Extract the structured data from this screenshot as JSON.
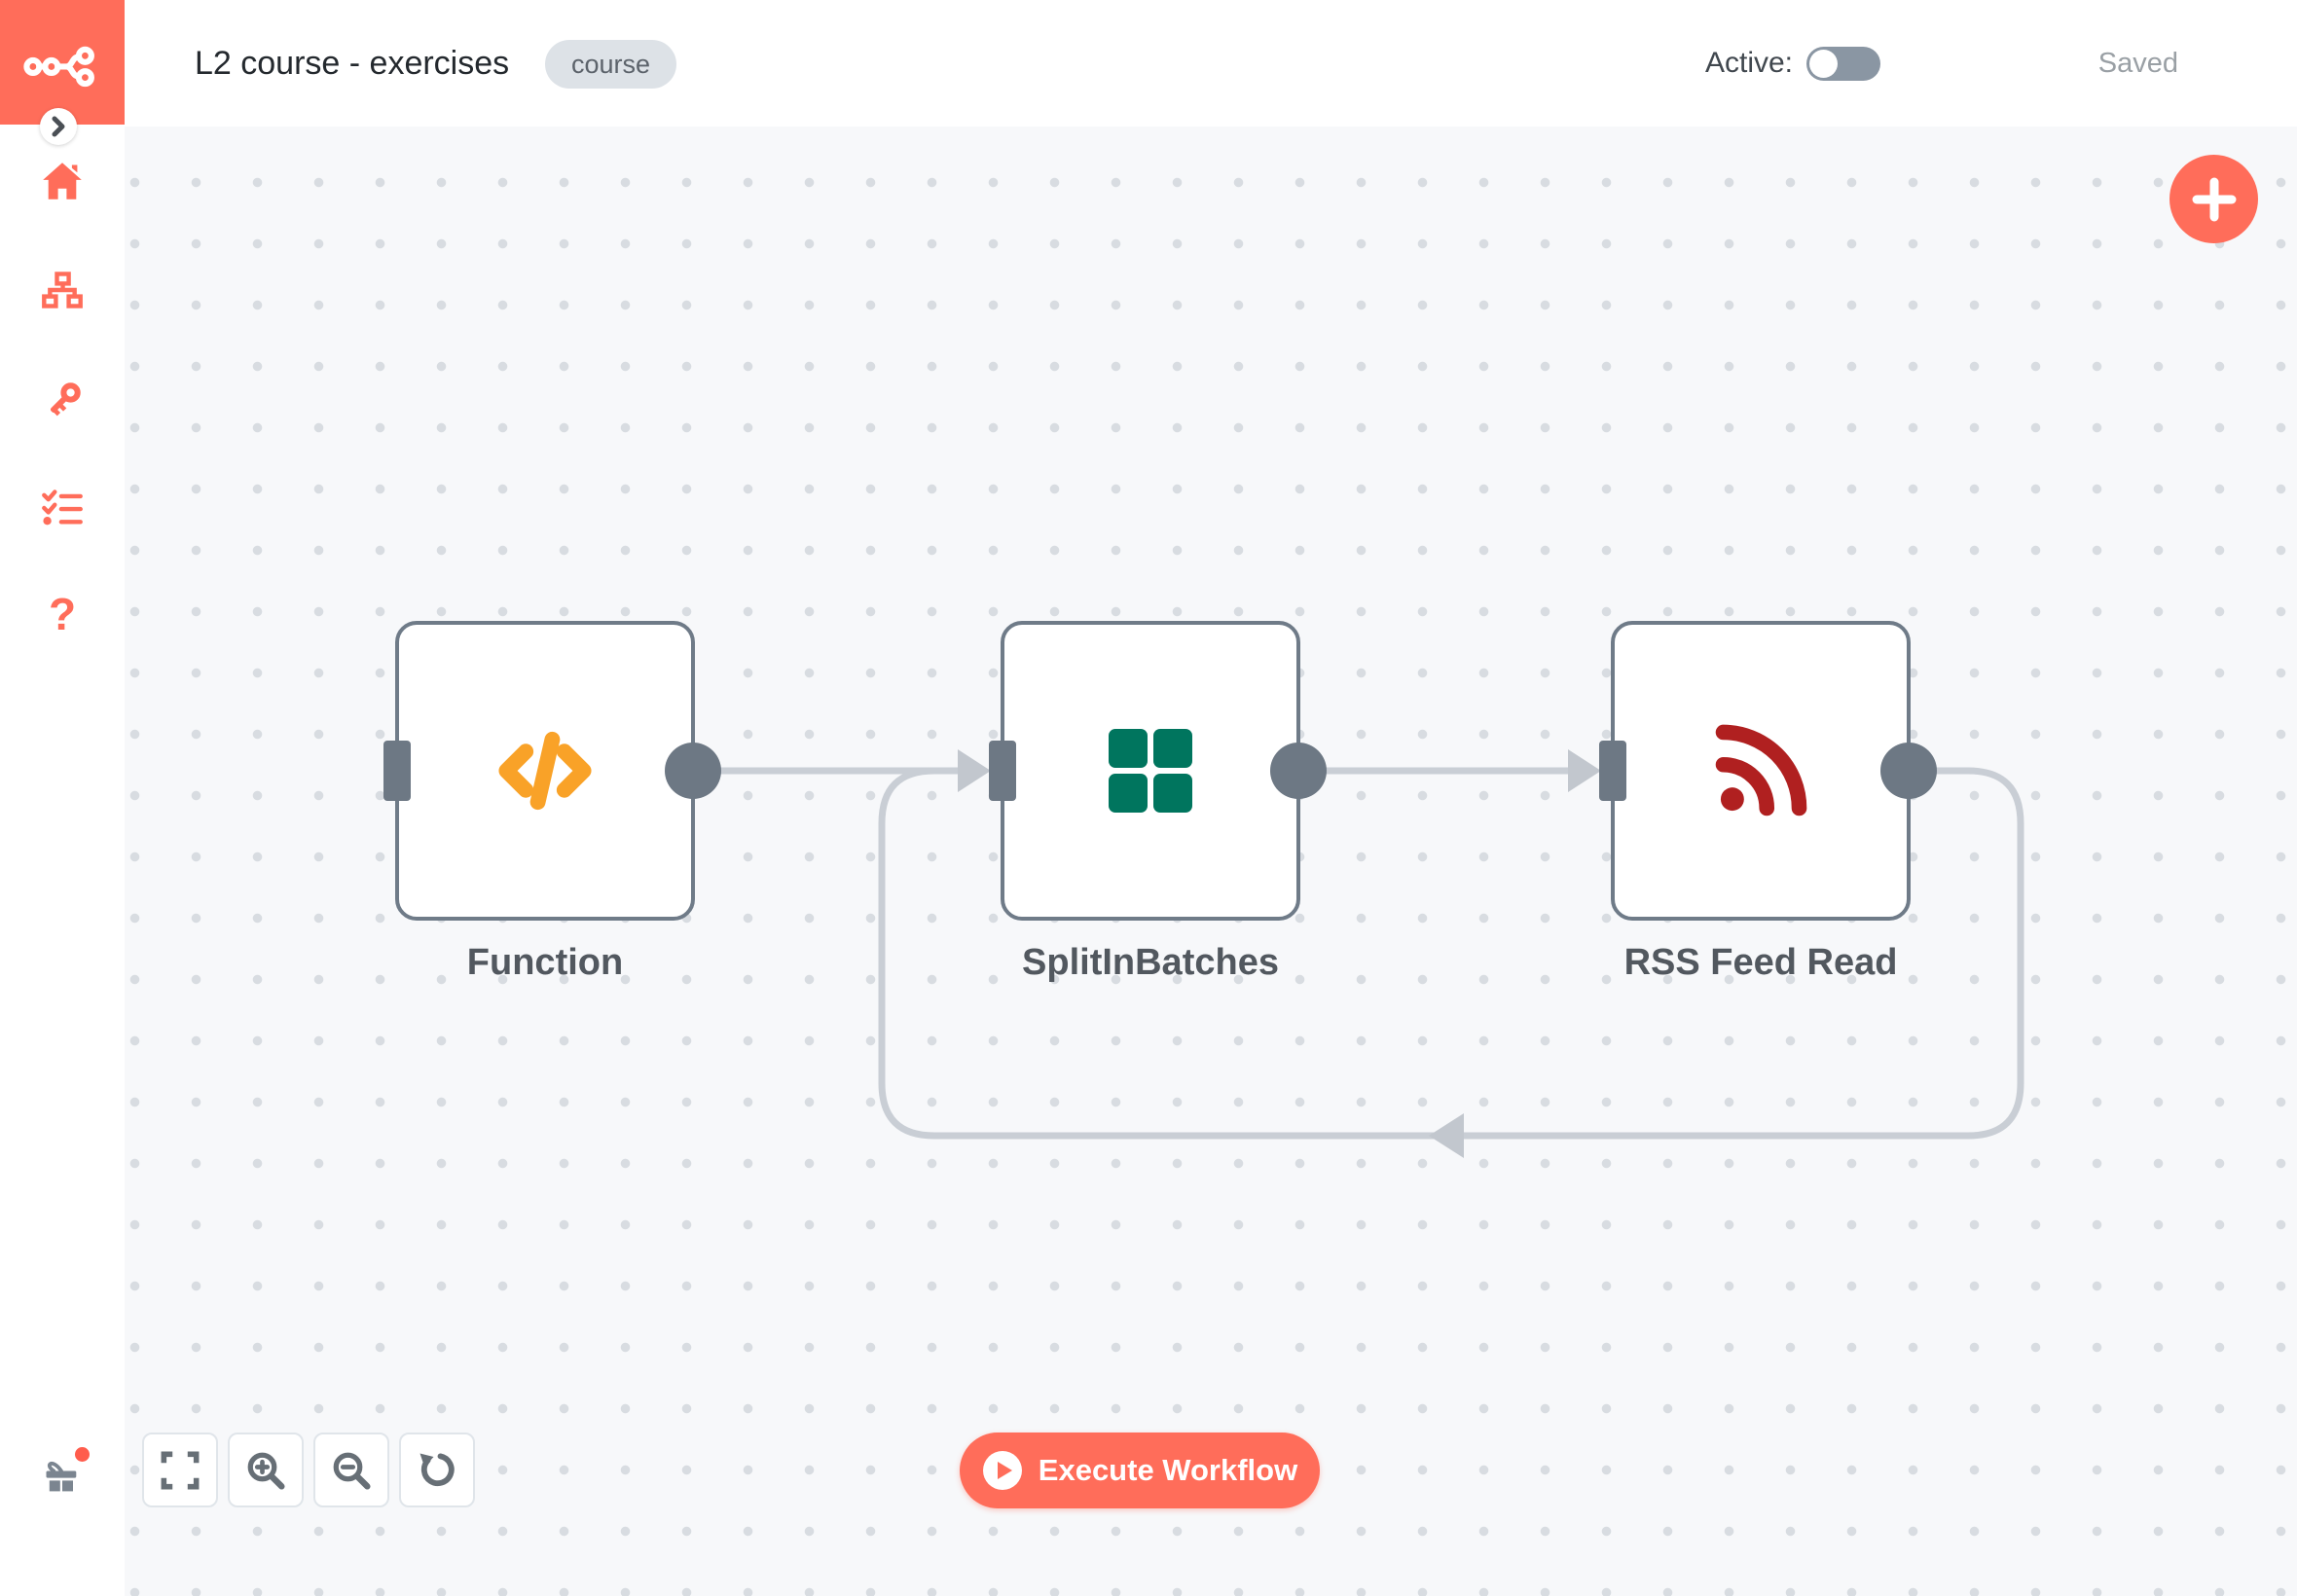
{
  "app": {
    "name": "n8n",
    "accent_color": "#ff6d5a"
  },
  "header": {
    "title": "L2 course - exercises",
    "tag": "course",
    "active_label": "Active:",
    "active_state": "off",
    "saved_status": "Saved"
  },
  "sidebar": {
    "logo_icon": "n8n-logo-icon",
    "collapse_icon": "chevron-right-icon",
    "items": [
      {
        "icon": "home-icon"
      },
      {
        "icon": "workflows-icon"
      },
      {
        "icon": "credentials-icon"
      },
      {
        "icon": "executions-icon"
      },
      {
        "icon": "help-icon",
        "glyph": "?"
      },
      {
        "icon": "whats-new-gift-icon",
        "has_notification_dot": true
      }
    ]
  },
  "canvas": {
    "nodes": [
      {
        "label": "Function",
        "icon": "code-icon",
        "icon_color": "#f9a228"
      },
      {
        "label": "SplitInBatches",
        "icon": "grid-icon",
        "icon_color": "#00755e"
      },
      {
        "label": "RSS Feed Read",
        "icon": "rss-icon",
        "icon_color": "#b02020"
      }
    ],
    "connections": [
      {
        "from": "Function",
        "to": "SplitInBatches"
      },
      {
        "from": "SplitInBatches",
        "to": "RSS Feed Read"
      },
      {
        "from": "RSS Feed Read",
        "to": "SplitInBatches",
        "type": "loop-back"
      }
    ],
    "add_button_label": "+",
    "execute_button_label": "Execute Workflow"
  },
  "zoom_controls": [
    {
      "icon": "fit-view-icon"
    },
    {
      "icon": "zoom-in-icon"
    },
    {
      "icon": "zoom-out-icon"
    },
    {
      "icon": "reset-zoom-icon"
    }
  ],
  "colors": {
    "node_border": "#6f7b88",
    "port": "#6d7884",
    "wire": "#c9ced5",
    "canvas_dot": "#d8dce1",
    "toggle_track": "#8a96a3"
  }
}
